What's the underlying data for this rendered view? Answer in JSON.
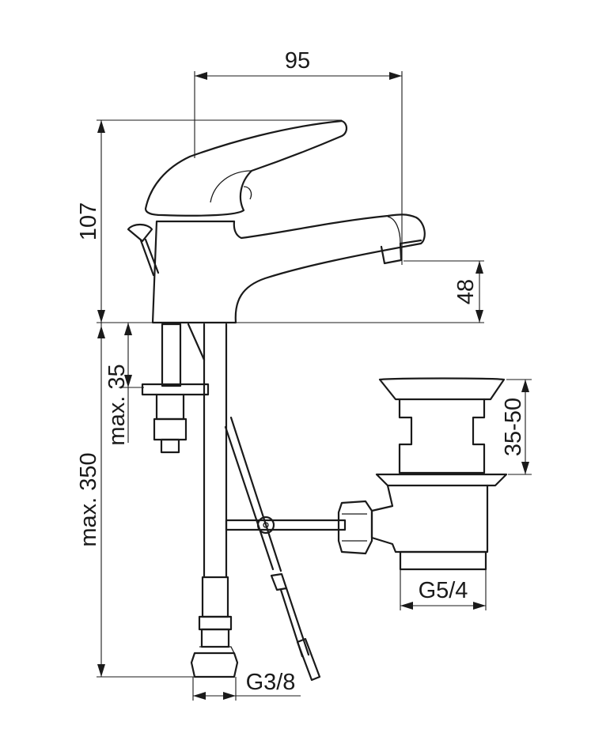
{
  "dimensions": {
    "width_95": "95",
    "height_107": "107",
    "height_48": "48",
    "max_35": "max. 35",
    "max_350": "max. 350",
    "range_35_50": "35-50",
    "thread_g54": "G5/4",
    "thread_g38": "G3/8"
  }
}
